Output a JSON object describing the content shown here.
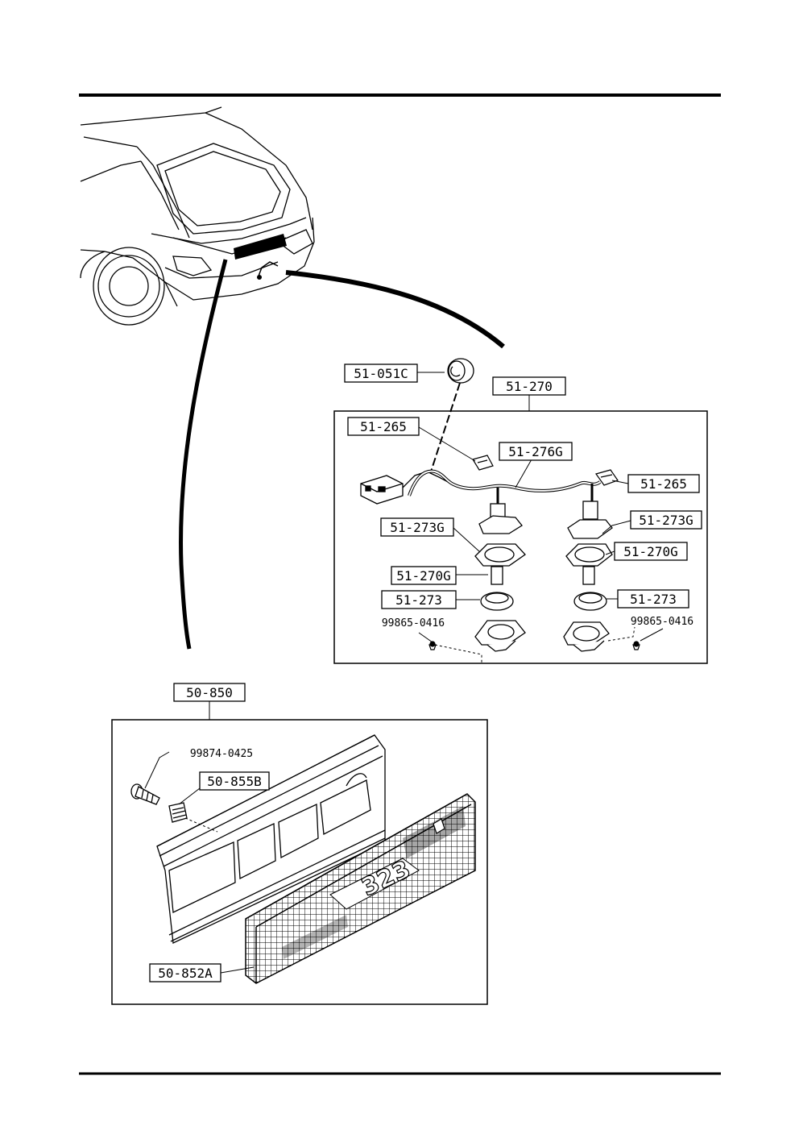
{
  "labels": {
    "p51_051c": "51-051C",
    "p51_270": "51-270",
    "p51_265_left": "51-265",
    "p51_276g": "51-276G",
    "p51_265_right": "51-265",
    "p51_273g_left": "51-273G",
    "p51_273g_right": "51-273G",
    "p51_270g_left": "51-270G",
    "p51_270g_right": "51-270G",
    "p51_273_left": "51-273",
    "p51_273_right": "51-273",
    "screw_left": "99865-0416",
    "screw_right": "99865-0416",
    "p50_850": "50-850",
    "screw_garnish": "99874-0425",
    "p50_855b": "50-855B",
    "p50_852a": "50-852A"
  },
  "emblem_text": "323"
}
